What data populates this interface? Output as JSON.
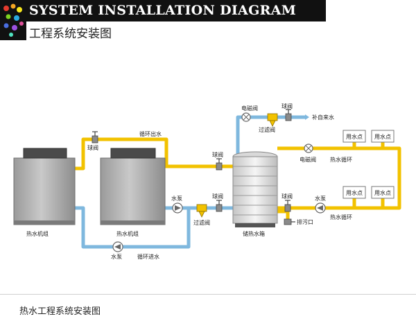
{
  "header": {
    "title": "SYSTEM INSTALLATION DIAGRAM",
    "subtitle": "工程系统安装图"
  },
  "diagram": {
    "units": {
      "heat_pump_1": "热水机组",
      "heat_pump_2": "热水机组",
      "storage_tank": "储热水箱"
    },
    "labels": {
      "ball_valve": "球阀",
      "circulation_outlet": "循环出水",
      "circulation_inlet": "循环进水",
      "water_pump": "水泵",
      "filter_valve": "过滤阀",
      "solenoid_valve": "电磁阀",
      "makeup_water": "补自来水",
      "drain_outlet": "排污口",
      "hot_water_circulation": "热水循环",
      "water_point": "用水点"
    }
  },
  "footer": {
    "caption": "热水工程系统安装图"
  },
  "colors": {
    "hot_pipe": "#f2c200",
    "cold_pipe": "#7fb8de",
    "header_band": "#111111"
  }
}
